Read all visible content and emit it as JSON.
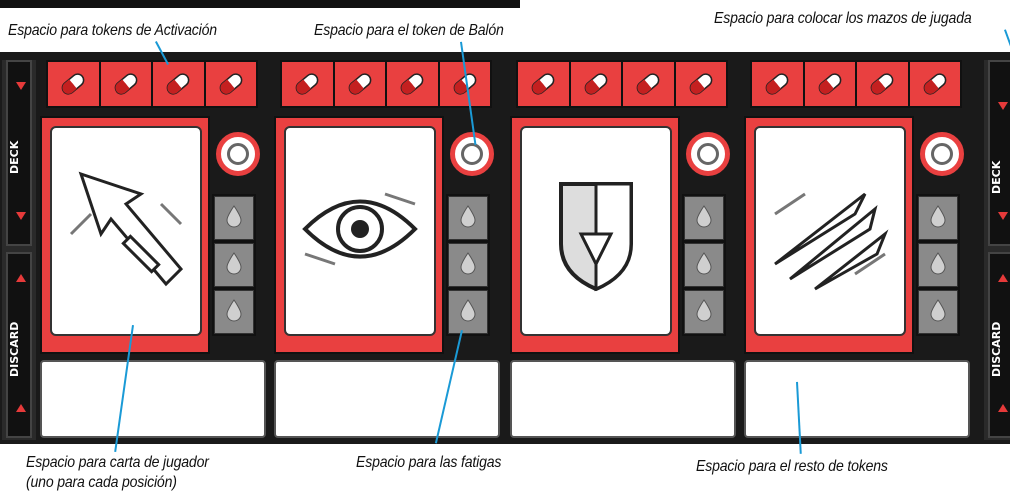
{
  "labels": {
    "activation": "Espacio para tokens de Activación",
    "ball": "Espacio para el token de Balón",
    "decks": "Espacio para colocar los mazos de jugada",
    "player_card_1": "Espacio para carta de jugador",
    "player_card_2": "(uno para cada posición)",
    "fatigue": "Espacio para las fatigas",
    "rest": "Espacio para el resto de tokens"
  },
  "side_left": {
    "deck": "DECK",
    "discard": "DISCARD"
  },
  "side_right": {
    "deck": "DECK",
    "discard": "DISCARD"
  },
  "slots": [
    {
      "card_icon": "arrow-sword-icon"
    },
    {
      "card_icon": "eye-icon"
    },
    {
      "card_icon": "shield-icon"
    },
    {
      "card_icon": "claw-slash-icon"
    }
  ],
  "colors": {
    "accent": "#e94040",
    "dark": "#1a1a1a",
    "callout": "#1a9ad6",
    "fatigue": "#8a8a8a"
  }
}
